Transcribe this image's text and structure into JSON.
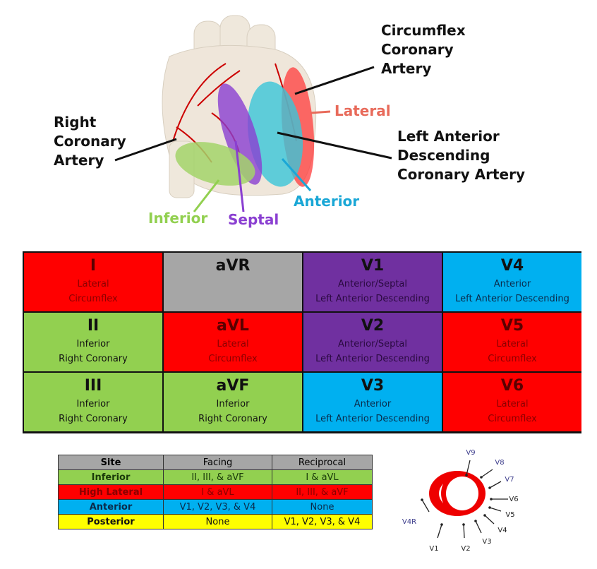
{
  "heart_labels": {
    "circumflex": [
      "Circumflex",
      "Coronary",
      "Artery"
    ],
    "right_coronary": [
      "Right",
      "Coronary",
      "Artery"
    ],
    "lad": [
      "Left Anterior",
      "Descending",
      "Coronary Artery"
    ],
    "lateral": "Lateral",
    "inferior": "Inferior",
    "septal": "Septal",
    "anterior": "Anterior"
  },
  "colors": {
    "lateral": "#ff0000",
    "inferior": "#92d050",
    "septal": "#7030a0",
    "anterior": "#00b0f0",
    "avr": "#a6a6a6",
    "posterior": "#ffff00",
    "header": "#a6a6a6"
  },
  "lead_grid": [
    {
      "lead": "I",
      "region": "Lateral",
      "artery": "Circumflex",
      "color": "lateral"
    },
    {
      "lead": "aVR",
      "region": "",
      "artery": "",
      "color": "avr"
    },
    {
      "lead": "V1",
      "region": "Anterior/Septal",
      "artery": "Left Anterior Descending",
      "color": "septal"
    },
    {
      "lead": "V4",
      "region": "Anterior",
      "artery": "Left Anterior Descending",
      "color": "anterior"
    },
    {
      "lead": "II",
      "region": "Inferior",
      "artery": "Right Coronary",
      "color": "inferior"
    },
    {
      "lead": "aVL",
      "region": "Lateral",
      "artery": "Circumflex",
      "color": "lateral"
    },
    {
      "lead": "V2",
      "region": "Anterior/Septal",
      "artery": "Left Anterior Descending",
      "color": "septal"
    },
    {
      "lead": "V5",
      "region": "Lateral",
      "artery": "Circumflex",
      "color": "lateral"
    },
    {
      "lead": "III",
      "region": "Inferior",
      "artery": "Right Coronary",
      "color": "inferior"
    },
    {
      "lead": "aVF",
      "region": "Inferior",
      "artery": "Right Coronary",
      "color": "inferior"
    },
    {
      "lead": "V3",
      "region": "Anterior",
      "artery": "Left Anterior Descending",
      "color": "anterior"
    },
    {
      "lead": "V6",
      "region": "Lateral",
      "artery": "Circumflex",
      "color": "lateral"
    }
  ],
  "site_table": {
    "headers": [
      "Site",
      "Facing",
      "Reciprocal"
    ],
    "rows": [
      {
        "site": "Inferior",
        "facing": "II, III, & aVF",
        "reciprocal": "I & aVL",
        "color": "inferior"
      },
      {
        "site": "High Lateral",
        "facing": "I & aVL",
        "reciprocal": "II, III, & aVF",
        "color": "lateral"
      },
      {
        "site": "Anterior",
        "facing": "V1, V2, V3, & V4",
        "reciprocal": "None",
        "color": "anterior"
      },
      {
        "site": "Posterior",
        "facing": "None",
        "reciprocal": "V1, V2, V3, & V4",
        "color": "posterior"
      }
    ]
  },
  "precordial_leads": [
    "V4R",
    "V1",
    "V2",
    "V3",
    "V4",
    "V5",
    "V6",
    "V7",
    "V8",
    "V9"
  ]
}
